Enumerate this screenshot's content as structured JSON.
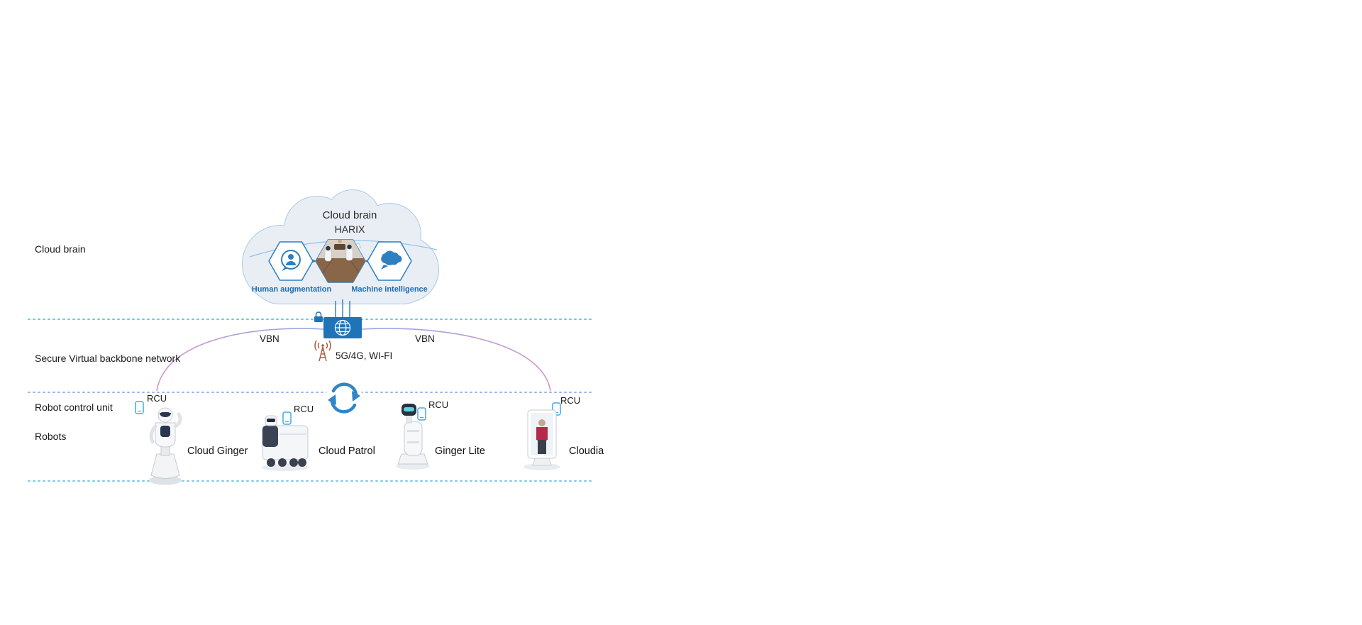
{
  "side_labels": {
    "cloud_brain": "Cloud brain",
    "secure_vbn": "Secure Virtual backbone network",
    "robot_control_unit": "Robot control unit",
    "robots": "Robots"
  },
  "cloud": {
    "title": "Cloud brain",
    "subtitle": "HARIX",
    "hex_left_label": "Human augmentation",
    "hex_right_label": "Machine intelligence"
  },
  "network": {
    "vbn_left": "VBN",
    "vbn_right": "VBN",
    "wireless_label": "5G/4G, WI-FI"
  },
  "robots": [
    {
      "name": "Cloud Ginger",
      "rcu": "RCU"
    },
    {
      "name": "Cloud Patrol",
      "rcu": "RCU"
    },
    {
      "name": "Ginger Lite",
      "rcu": "RCU"
    },
    {
      "name": "Cloudia",
      "rcu": "RCU"
    }
  ],
  "colors": {
    "cloud_fill": "#e9eef5",
    "cloud_stroke": "#aac9e8",
    "hex_stroke": "#2e7fc0",
    "blue_text": "#1b6cb3",
    "router_blue": "#1f74b8",
    "dotted_teal": "#5ecfd6",
    "dotted_lavender": "#9ab4e8",
    "dotted_sky": "#7cc8ea",
    "curve_purple": "#a39ade",
    "curve_pink": "#d494cc",
    "tower_brown": "#a85a38",
    "sync_blue": "#2e86c8",
    "phone_blue": "#41a8e8"
  }
}
